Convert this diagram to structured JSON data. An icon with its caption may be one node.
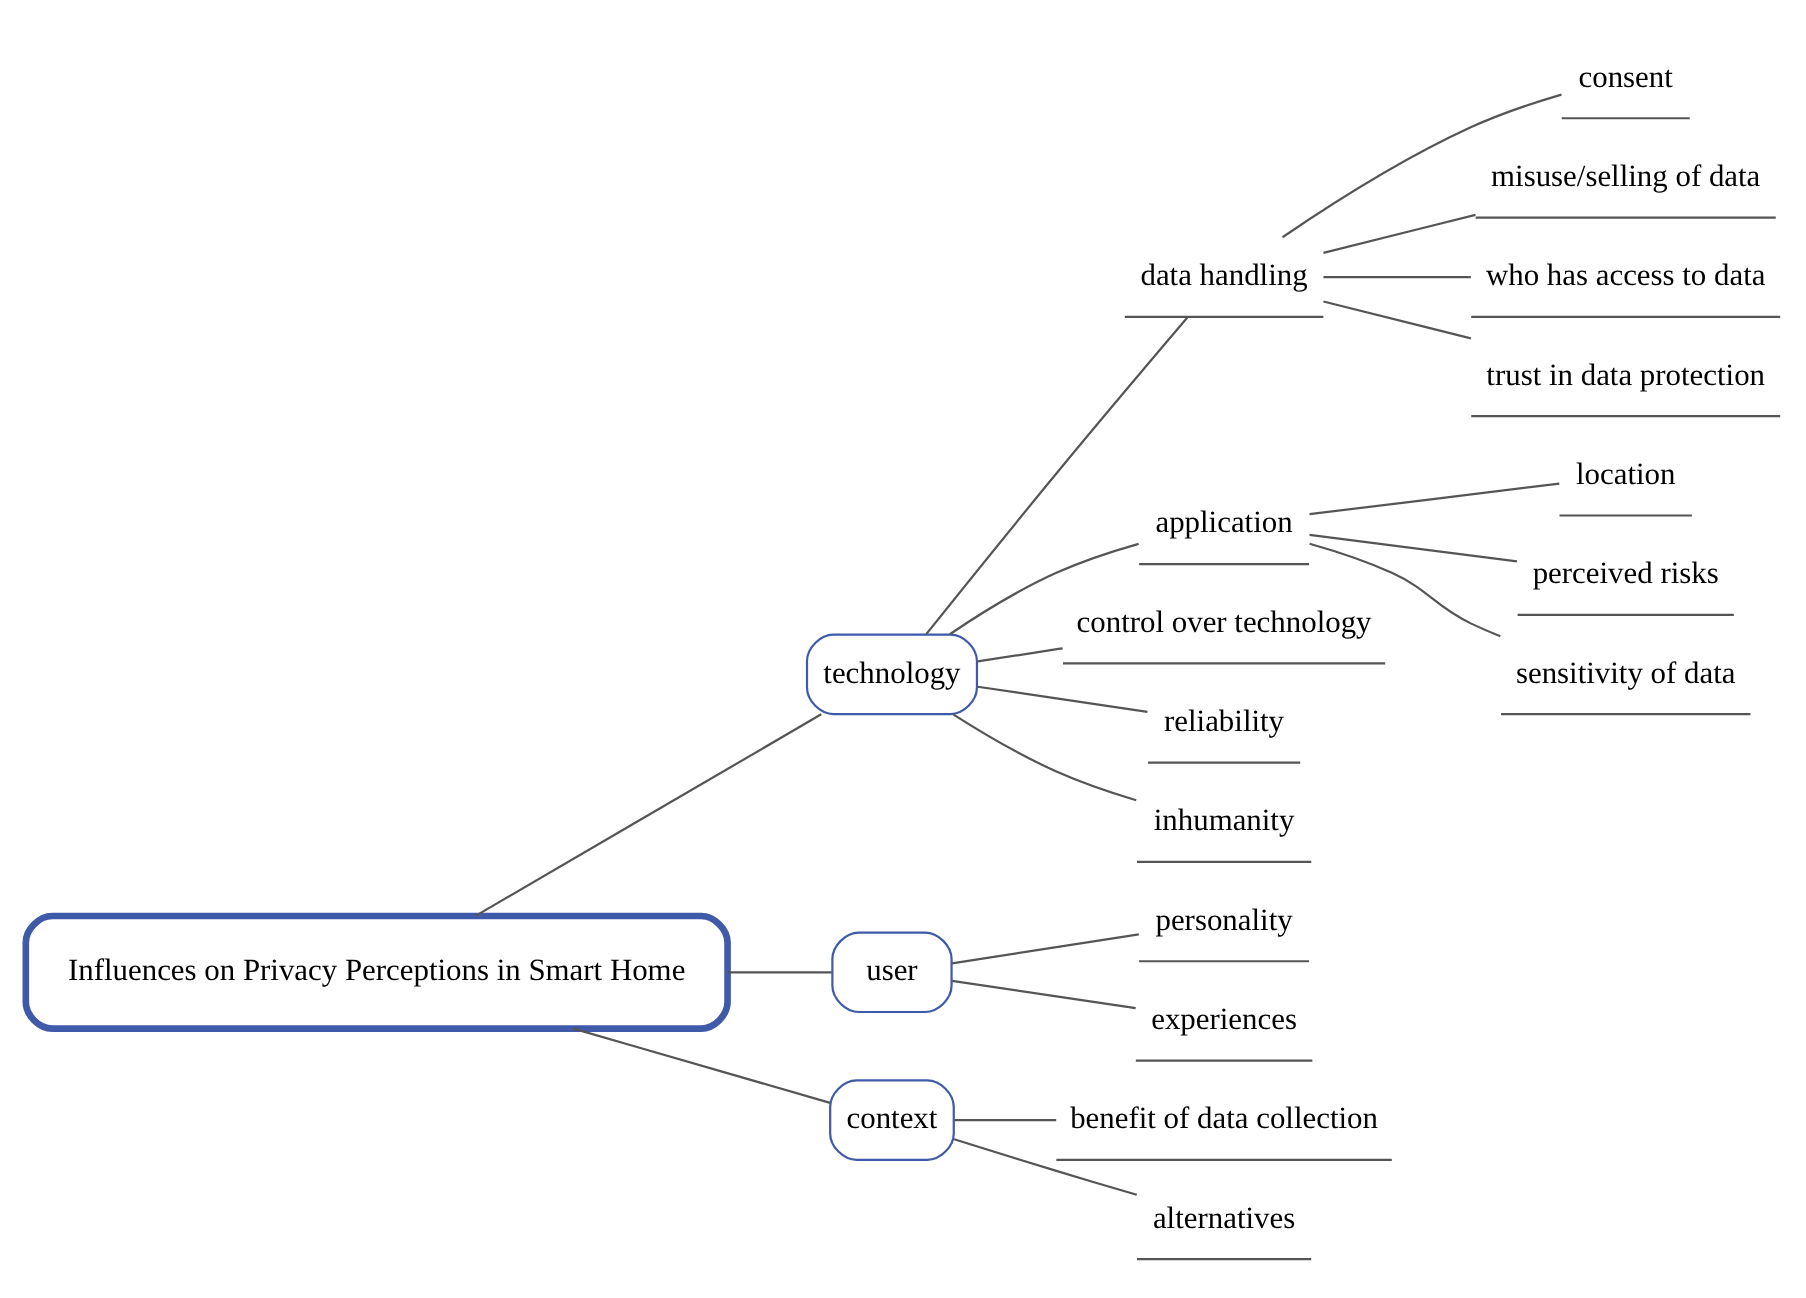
{
  "diagram": {
    "nodes": [
      {
        "text": [
          "Influences on Privacy Perceptions in Smart Home"
        ]
      },
      {
        "text": [
          "technology"
        ]
      },
      {
        "text": [
          "data handling"
        ]
      },
      {
        "text": [
          "consent"
        ]
      },
      {
        "text": [
          "misuse/selling of data"
        ]
      },
      {
        "text": [
          "who has access to data"
        ]
      },
      {
        "text": [
          "trust in data protection"
        ]
      },
      {
        "text": [
          "application"
        ]
      },
      {
        "text": [
          "location"
        ]
      },
      {
        "text": [
          "perceived risks"
        ]
      },
      {
        "text": [
          "sensitivity of data"
        ]
      },
      {
        "text": [
          "control over technology"
        ]
      },
      {
        "text": [
          "reliability"
        ]
      },
      {
        "text": [
          "inhumanity"
        ]
      },
      {
        "text": [
          "user"
        ]
      },
      {
        "text": [
          "personality"
        ]
      },
      {
        "text": [
          "experiences"
        ]
      },
      {
        "text": [
          "context"
        ]
      },
      {
        "text": [
          "benefit of data collection"
        ]
      },
      {
        "text": [
          "alternatives"
        ]
      }
    ],
    "edges": [
      {
        "from": 0,
        "to": 1,
        "arrow": "none"
      },
      {
        "from": 1,
        "to": 2,
        "arrow": "none"
      },
      {
        "from": 2,
        "to": 3,
        "arrow": "none"
      },
      {
        "from": 2,
        "to": 4,
        "arrow": "none"
      },
      {
        "from": 2,
        "to": 5,
        "arrow": "none"
      },
      {
        "from": 2,
        "to": 6,
        "arrow": "none"
      },
      {
        "from": 1,
        "to": 7,
        "arrow": "none"
      },
      {
        "from": 7,
        "to": 8,
        "arrow": "none"
      },
      {
        "from": 7,
        "to": 9,
        "arrow": "none"
      },
      {
        "from": 7,
        "to": 10,
        "arrow": "none"
      },
      {
        "from": 1,
        "to": 11,
        "arrow": "none"
      },
      {
        "from": 1,
        "to": 12,
        "arrow": "none"
      },
      {
        "from": 1,
        "to": 13,
        "arrow": "none"
      },
      {
        "from": 0,
        "to": 14,
        "arrow": "none"
      },
      {
        "from": 14,
        "to": 15,
        "arrow": "none"
      },
      {
        "from": 14,
        "to": 16,
        "arrow": "none"
      },
      {
        "from": 0,
        "to": 17,
        "arrow": "none"
      },
      {
        "from": 17,
        "to": 18,
        "arrow": "none"
      },
      {
        "from": 17,
        "to": 19,
        "arrow": "none"
      }
    ]
  }
}
